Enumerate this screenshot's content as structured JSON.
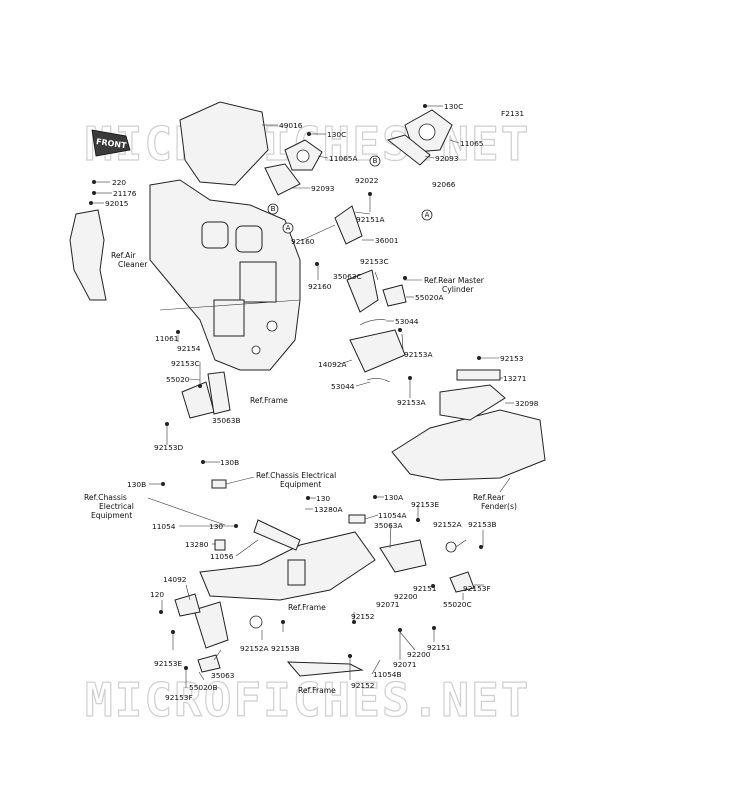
{
  "diagram_id": "F2131",
  "watermark": "MICROFICHES.NET",
  "front_tag": "FRONT",
  "callouts": {
    "a": "A",
    "b": "B"
  },
  "labels": {
    "p130c_top": "130C",
    "p11065": "11065",
    "p92093_top": "92093",
    "p49016": "49016",
    "p130c_mid": "130C",
    "p11065a": "11065A",
    "p92093_mid": "92093",
    "p92022": "92022",
    "p92066": "92066",
    "p220": "220",
    "p21176": "21176",
    "p92015": "92015",
    "p92151a": "92151A",
    "p36001": "36001",
    "p92160_a": "92160",
    "p92160_b": "92160",
    "p92153c_top": "92153C",
    "p35063c": "35063C",
    "p55020a": "55020A",
    "p53044_a": "53044",
    "p92153a_a": "92153A",
    "p14092a": "14092A",
    "p53044_b": "53044",
    "p92153a_b": "92153A",
    "p11061": "11061",
    "p92154": "92154",
    "p92153c_left": "92153C",
    "p55020": "55020",
    "p35063b": "35063B",
    "p92153d": "92153D",
    "p92153_r": "92153",
    "p13271": "13271",
    "p32098": "32098",
    "p130b_a": "130B",
    "p130b_b": "130B",
    "p130_a": "130",
    "p13280a": "13280A",
    "p130a": "130A",
    "p92153e_r": "92153E",
    "p11054a": "11054A",
    "p35063a": "35063A",
    "p92152a_r": "92152A",
    "p92153b_r": "92153B",
    "p11054": "11054",
    "p130_b": "130",
    "p13280": "13280",
    "p11056": "11056",
    "p14092": "14092",
    "p120": "120",
    "p92151_a": "92151",
    "p92200_a": "92200",
    "p92071_a": "92071",
    "p92153f_r": "92153F",
    "p55020c": "55020C",
    "p92152_a": "92152",
    "p92151_b": "92151",
    "p92200_b": "92200",
    "p92071_b": "92071",
    "p11054b": "11054B",
    "p92152_b": "92152",
    "p92152a_l": "92152A",
    "p92153b_l": "92153B",
    "p92153e_l": "92153E",
    "p35063": "35063",
    "p55020b": "55020B",
    "p92153f_l": "92153F"
  },
  "references": {
    "air_cleaner": [
      "Ref.Air",
      "Cleaner"
    ],
    "rear_master_cyl": [
      "Ref.Rear Master",
      "Cylinder"
    ],
    "frame_1": [
      "Ref.Frame"
    ],
    "chassis_elec_1": [
      "Ref.Chassis Electrical",
      "Equipment"
    ],
    "chassis_elec_2": [
      "Ref.Chassis",
      "Electrical",
      "Equipment"
    ],
    "rear_fender": [
      "Ref.Rear",
      "Fender(s)"
    ],
    "frame_2": [
      "Ref.Frame"
    ],
    "frame_3": [
      "Ref.Frame"
    ]
  }
}
